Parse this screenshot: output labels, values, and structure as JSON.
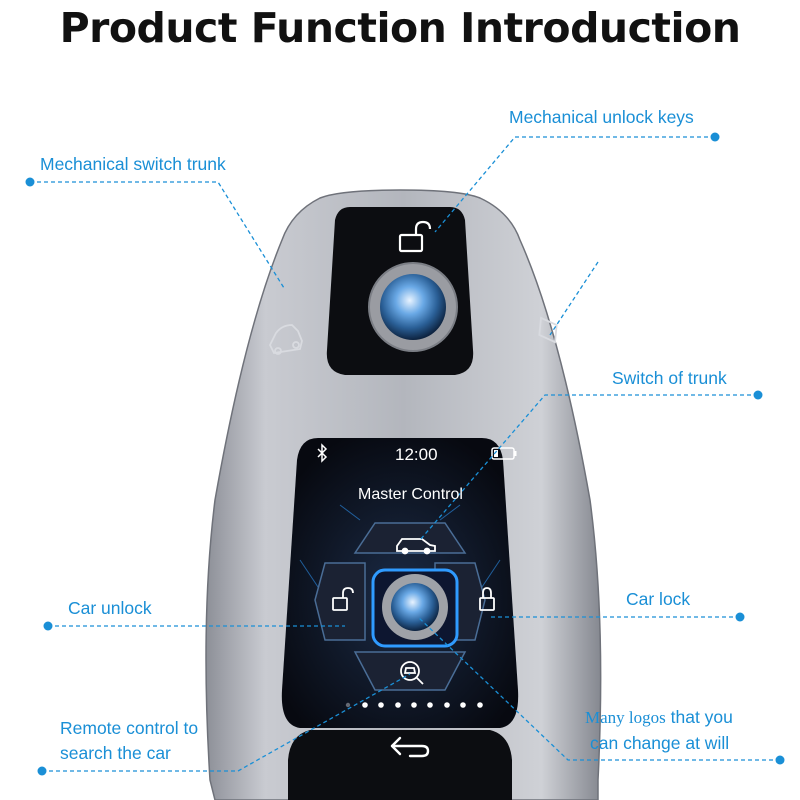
{
  "title": "Product Function Introduction",
  "colors": {
    "accent": "#1a8fd6",
    "shell": "#a9acb4",
    "screen": "#0c0f16",
    "glow": "#2f9bff"
  },
  "device": {
    "time": "12:00",
    "screen_title": "Master Control",
    "status_icons": [
      "bluetooth-icon",
      "battery-icon"
    ],
    "buttons": [
      "unlock-icon",
      "car-icon",
      "trunk-icon",
      "lock-icon",
      "search-car-icon",
      "back-icon"
    ]
  },
  "labels": {
    "mechanical_unlock_keys": "Mechanical unlock keys",
    "mechanical_switch_trunk": "Mechanical switch trunk",
    "switch_of_trunk": "Switch of trunk",
    "car_unlock": "Car unlock",
    "car_lock": "Car lock",
    "remote_line1": "Remote control to",
    "remote_line2": "search the car",
    "logos_part1": "Many logos",
    "logos_part2": " that you",
    "logos_line2": "can change at will"
  }
}
